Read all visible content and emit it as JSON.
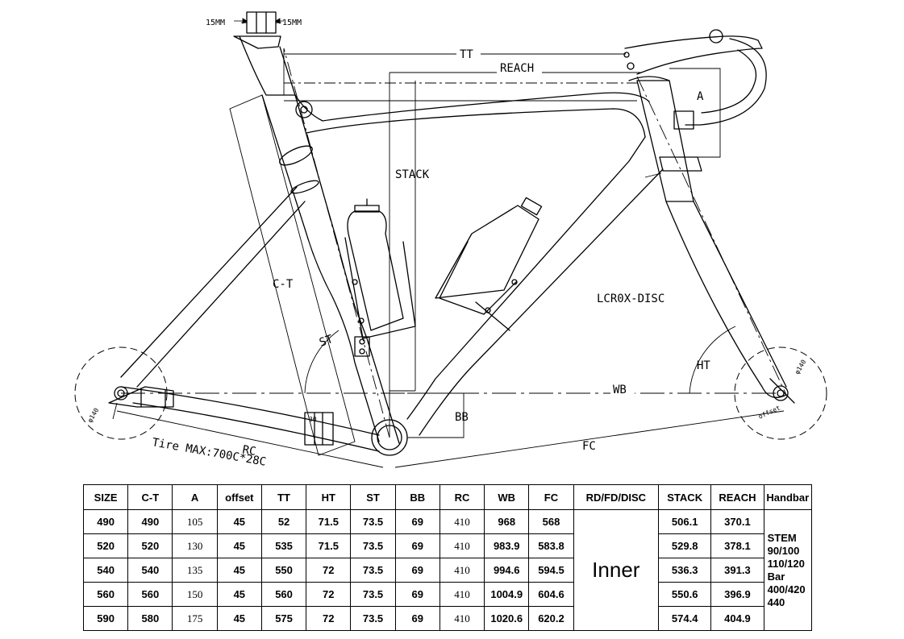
{
  "labels": {
    "tt": "TT",
    "reach": "REACH",
    "stack": "STACK",
    "ct": "C-T",
    "st": "ST",
    "a": "A",
    "ht": "HT",
    "wb": "WB",
    "bb": "BB",
    "rc": "RC",
    "fc": "FC",
    "model": "LCR0X-DISC",
    "mm_left": "15MM",
    "mm_right": "15MM",
    "tire": "Tire MAX:700C*28C",
    "rear_dropout": "φ140",
    "front_dropout": "φ140",
    "offset": "offset",
    "angle_30": "30"
  },
  "table": {
    "headers": [
      "SIZE",
      "C-T",
      "A",
      "offset",
      "TT",
      "HT",
      "ST",
      "BB",
      "RC",
      "WB",
      "FC",
      "RD/FD/DISC",
      "STACK",
      "REACH",
      "Handbar"
    ],
    "rows": [
      [
        "490",
        "490",
        "105",
        "45",
        "52",
        "71.5",
        "73.5",
        "69",
        "410",
        "968",
        "568",
        "506.1",
        "370.1"
      ],
      [
        "520",
        "520",
        "130",
        "45",
        "535",
        "71.5",
        "73.5",
        "69",
        "410",
        "983.9",
        "583.8",
        "529.8",
        "378.1"
      ],
      [
        "540",
        "540",
        "135",
        "45",
        "550",
        "72",
        "73.5",
        "69",
        "410",
        "994.6",
        "594.5",
        "536.3",
        "391.3"
      ],
      [
        "560",
        "560",
        "150",
        "45",
        "560",
        "72",
        "73.5",
        "69",
        "410",
        "1004.9",
        "604.6",
        "550.6",
        "396.9"
      ],
      [
        "590",
        "580",
        "175",
        "45",
        "575",
        "72",
        "73.5",
        "69",
        "410",
        "1020.6",
        "620.2",
        "574.4",
        "404.9"
      ]
    ],
    "routing": "Inner",
    "handbar_stem_label": "STEM",
    "handbar_stem_1": "90/100",
    "handbar_stem_2": "110/120",
    "handbar_bar_label": "Bar",
    "handbar_bar_1": "400/420",
    "handbar_bar_2": "440"
  }
}
